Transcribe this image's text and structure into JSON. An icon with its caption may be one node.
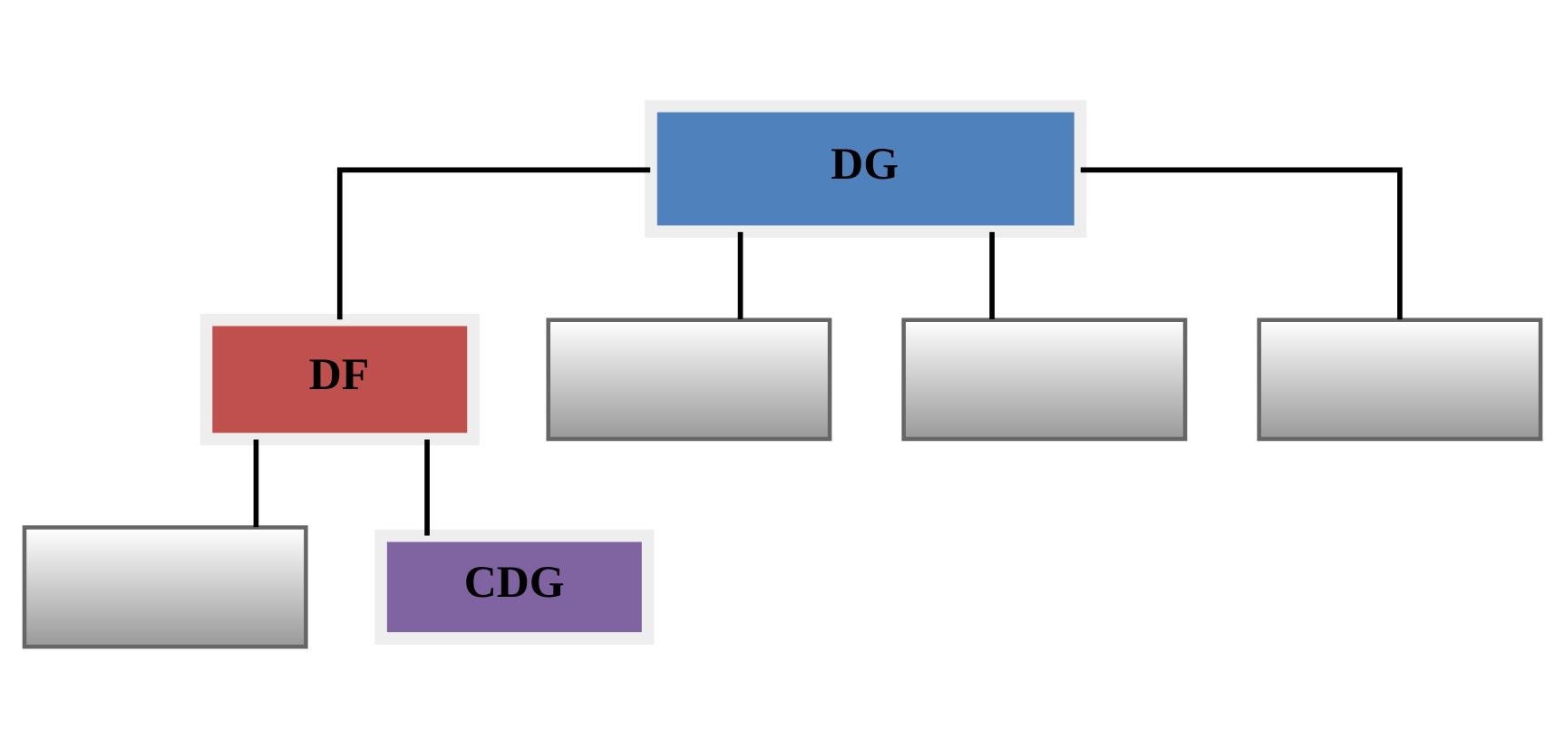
{
  "diagram": {
    "nodes": [
      {
        "text": [
          "DG"
        ]
      },
      {
        "text": [
          "DF"
        ]
      },
      {
        "text": [],
        "shape": "box"
      },
      {
        "text": [],
        "shape": "box"
      },
      {
        "text": [],
        "shape": "box"
      },
      {
        "text": [],
        "shape": "box"
      },
      {
        "text": [
          "CDG"
        ]
      }
    ],
    "edges": [
      {
        "from": 0,
        "to": 1,
        "arrow": "none"
      },
      {
        "from": 0,
        "to": 2,
        "arrow": "none"
      },
      {
        "from": 0,
        "to": 3,
        "arrow": "none"
      },
      {
        "from": 0,
        "to": 4,
        "arrow": "none"
      },
      {
        "from": 1,
        "to": 5,
        "arrow": "none"
      },
      {
        "from": 1,
        "to": 6,
        "arrow": "none"
      }
    ]
  }
}
